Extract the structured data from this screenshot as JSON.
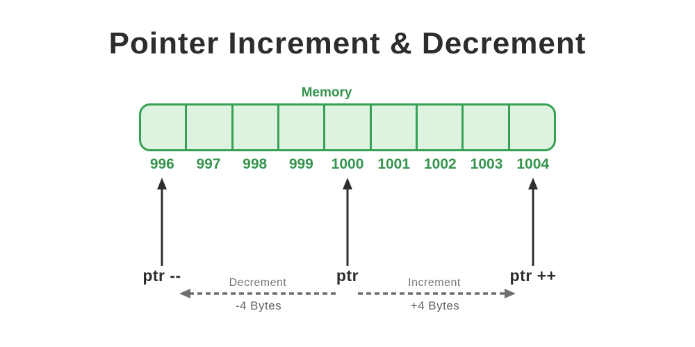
{
  "title": "Pointer Increment & Decrement",
  "memory": {
    "label": "Memory",
    "cell_count": 9,
    "addresses": [
      "996",
      "997",
      "998",
      "999",
      "1000",
      "1001",
      "1002",
      "1003",
      "1004"
    ]
  },
  "pointers": [
    {
      "label": "ptr --",
      "points_to": "996"
    },
    {
      "label": "ptr",
      "points_to": "1000"
    },
    {
      "label": "ptr ++",
      "points_to": "1004"
    }
  ],
  "operations": {
    "decrement": {
      "label": "Decrement",
      "bytes": "-4 Bytes",
      "direction": "left"
    },
    "increment": {
      "label": "Increment",
      "bytes": "+4 Bytes",
      "direction": "right"
    }
  },
  "colors": {
    "title_color": "#2d2d2d",
    "green_text": "#36944e",
    "green_border": "#37a053",
    "green_fill": "#ddf2df",
    "arrow_color": "#2f2f2f",
    "gray_label": "#757575",
    "gray_bytes": "#5f5f5f",
    "gray_arrow": "#6f6f6f",
    "bg": "#ffffff"
  }
}
